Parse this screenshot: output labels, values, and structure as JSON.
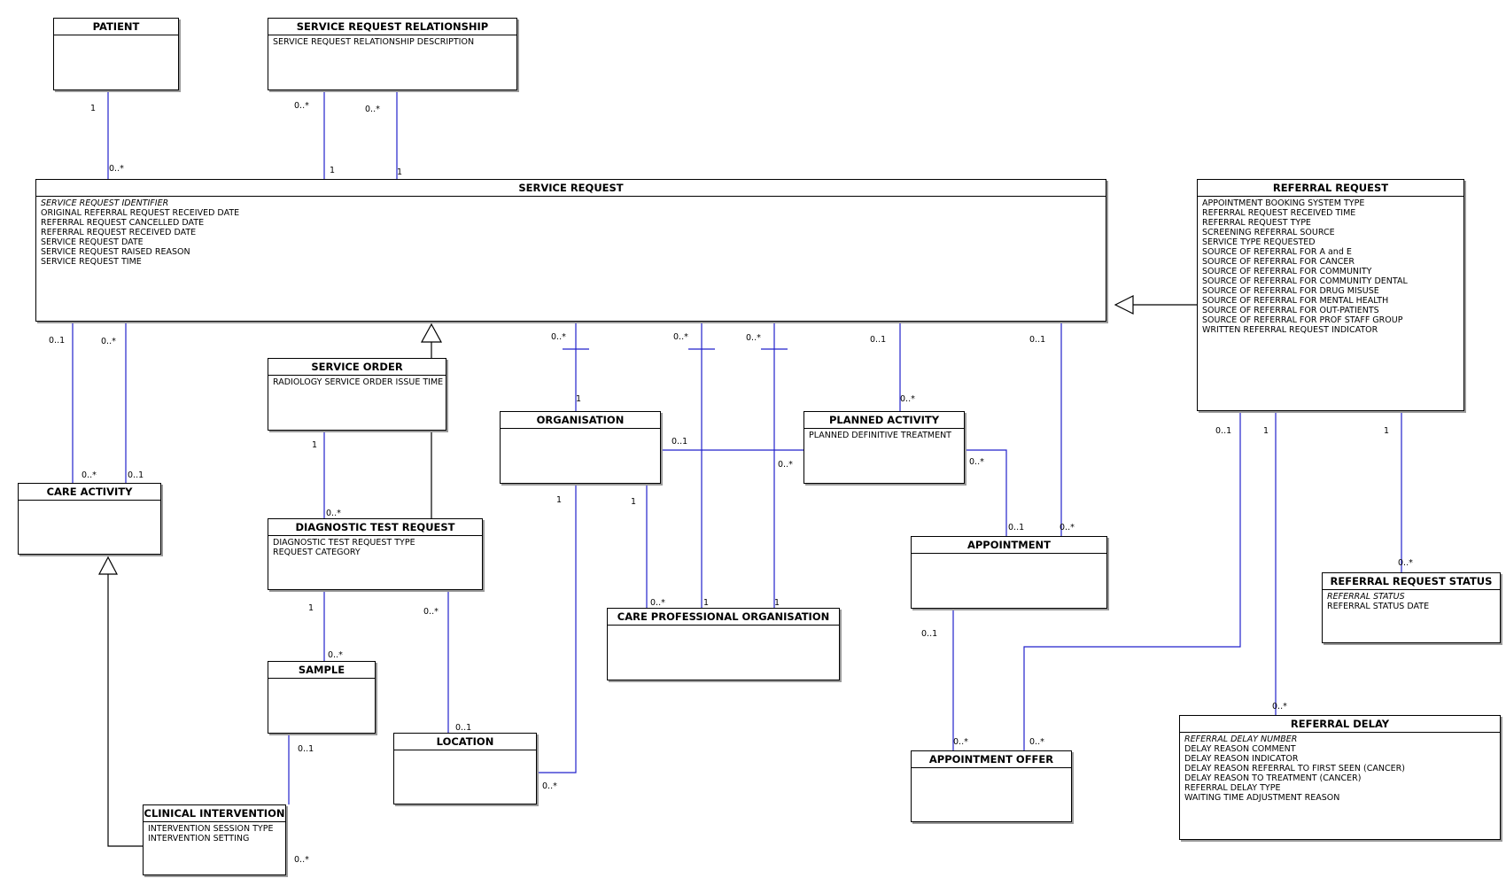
{
  "classes": {
    "patient": {
      "title": "PATIENT",
      "attributes": []
    },
    "service_request_relationship": {
      "title": "SERVICE REQUEST RELATIONSHIP",
      "attributes": [
        {
          "text": "SERVICE REQUEST RELATIONSHIP DESCRIPTION",
          "italic": false
        }
      ]
    },
    "service_request": {
      "title": "SERVICE REQUEST",
      "attributes": [
        {
          "text": "SERVICE REQUEST IDENTIFIER",
          "italic": true
        },
        {
          "text": "ORIGINAL REFERRAL REQUEST RECEIVED DATE",
          "italic": false
        },
        {
          "text": "REFERRAL REQUEST CANCELLED DATE",
          "italic": false
        },
        {
          "text": "REFERRAL REQUEST RECEIVED DATE",
          "italic": false
        },
        {
          "text": "SERVICE REQUEST DATE",
          "italic": false
        },
        {
          "text": "SERVICE REQUEST RAISED REASON",
          "italic": false
        },
        {
          "text": "SERVICE REQUEST TIME",
          "italic": false
        }
      ]
    },
    "referral_request": {
      "title": "REFERRAL REQUEST",
      "attributes": [
        {
          "text": "APPOINTMENT BOOKING SYSTEM TYPE",
          "italic": false
        },
        {
          "text": "REFERRAL REQUEST RECEIVED TIME",
          "italic": false
        },
        {
          "text": "REFERRAL REQUEST TYPE",
          "italic": false
        },
        {
          "text": "SCREENING REFERRAL SOURCE",
          "italic": false
        },
        {
          "text": "SERVICE TYPE REQUESTED",
          "italic": false
        },
        {
          "text": "SOURCE OF REFERRAL FOR A and E",
          "italic": false
        },
        {
          "text": "SOURCE OF REFERRAL FOR CANCER",
          "italic": false
        },
        {
          "text": "SOURCE OF REFERRAL FOR COMMUNITY",
          "italic": false
        },
        {
          "text": "SOURCE OF REFERRAL FOR COMMUNITY DENTAL",
          "italic": false
        },
        {
          "text": "SOURCE OF REFERRAL FOR DRUG MISUSE",
          "italic": false
        },
        {
          "text": "SOURCE OF REFERRAL FOR MENTAL HEALTH",
          "italic": false
        },
        {
          "text": "SOURCE OF REFERRAL FOR OUT-PATIENTS",
          "italic": false
        },
        {
          "text": "SOURCE OF REFERRAL FOR PROF STAFF GROUP",
          "italic": false
        },
        {
          "text": "WRITTEN REFERRAL REQUEST INDICATOR",
          "italic": false
        }
      ]
    },
    "service_order": {
      "title": "SERVICE ORDER",
      "attributes": [
        {
          "text": "RADIOLOGY SERVICE ORDER ISSUE TIME",
          "italic": false
        }
      ]
    },
    "organisation": {
      "title": "ORGANISATION",
      "attributes": []
    },
    "planned_activity": {
      "title": "PLANNED ACTIVITY",
      "attributes": [
        {
          "text": "PLANNED DEFINITIVE TREATMENT",
          "italic": false
        }
      ]
    },
    "care_activity": {
      "title": "CARE ACTIVITY",
      "attributes": []
    },
    "diagnostic_test_request": {
      "title": "DIAGNOSTIC TEST REQUEST",
      "attributes": [
        {
          "text": "DIAGNOSTIC TEST REQUEST TYPE",
          "italic": false
        },
        {
          "text": "REQUEST CATEGORY",
          "italic": false
        }
      ]
    },
    "appointment": {
      "title": "APPOINTMENT",
      "attributes": []
    },
    "referral_request_status": {
      "title": "REFERRAL REQUEST STATUS",
      "attributes": [
        {
          "text": "REFERRAL STATUS",
          "italic": true
        },
        {
          "text": "REFERRAL STATUS DATE",
          "italic": false
        }
      ]
    },
    "care_professional_organisation": {
      "title": "CARE PROFESSIONAL ORGANISATION",
      "attributes": []
    },
    "sample": {
      "title": "SAMPLE",
      "attributes": []
    },
    "location": {
      "title": "LOCATION",
      "attributes": []
    },
    "referral_delay": {
      "title": "REFERRAL DELAY",
      "attributes": [
        {
          "text": "REFERRAL DELAY NUMBER",
          "italic": true
        },
        {
          "text": "DELAY REASON COMMENT",
          "italic": false
        },
        {
          "text": "DELAY REASON INDICATOR",
          "italic": false
        },
        {
          "text": "DELAY REASON REFERRAL TO FIRST SEEN (CANCER)",
          "italic": false
        },
        {
          "text": "DELAY REASON TO TREATMENT (CANCER)",
          "italic": false
        },
        {
          "text": "REFERRAL DELAY TYPE",
          "italic": false
        },
        {
          "text": "WAITING TIME ADJUSTMENT REASON",
          "italic": false
        }
      ]
    },
    "clinical_intervention": {
      "title": "CLINICAL INTERVENTION",
      "attributes": [
        {
          "text": "INTERVENTION SESSION TYPE",
          "italic": false
        },
        {
          "text": "INTERVENTION SETTING",
          "italic": false
        }
      ]
    },
    "appointment_offer": {
      "title": "APPOINTMENT OFFER",
      "attributes": []
    }
  },
  "multiplicities": {
    "patient_sr_a": "1",
    "patient_sr_b": "0..*",
    "srr_sr1_a": "0..*",
    "srr_sr1_b": "1",
    "srr_sr2_a": "0..*",
    "srr_sr2_b": "1",
    "sr_ca1_a": "0..1",
    "sr_ca1_b": "0..*",
    "sr_ca2_a": "0..*",
    "sr_ca2_b": "0..1",
    "sr_org_a": "0..*",
    "sr_org_b": "1",
    "sr_cpo1_a": "0..*",
    "sr_cpo1_b": "1",
    "sr_cpo2_a": "0..*",
    "sr_cpo2_b": "1",
    "sr_pa_a": "0..1",
    "sr_pa_b": "0..*",
    "sr_appt_a": "0..1",
    "sr_appt_b": "0..*",
    "org_pa_a": "0..1",
    "org_pa_b": "0..*",
    "pa_appt_a": "0..*",
    "pa_appt_b": "0..1",
    "so_dtr_a": "1",
    "so_dtr_b": "0..*",
    "dtr_sample_a": "1",
    "dtr_sample_b": "0..*",
    "dtr_loc_a": "0..*",
    "dtr_loc_b": "0..1",
    "org_loc_a": "1",
    "org_loc_b": "0..*",
    "org_cpo_a": "1",
    "org_cpo_b": "0..*",
    "sample_ci_a": "0..1",
    "sample_ci_b": "0..*",
    "appt_offer_a": "0..1",
    "appt_offer_b": "0..*",
    "rr_offer_a": "0..1",
    "rr_offer_b": "0..*",
    "rr_delay_a": "1",
    "rr_delay_b": "0..*",
    "rr_status_a": "1",
    "rr_status_b": "0..*"
  },
  "colors": {
    "association": "#2222cc",
    "generalization": "#000000",
    "border": "#000000",
    "shadow": "#9a9a9a"
  }
}
